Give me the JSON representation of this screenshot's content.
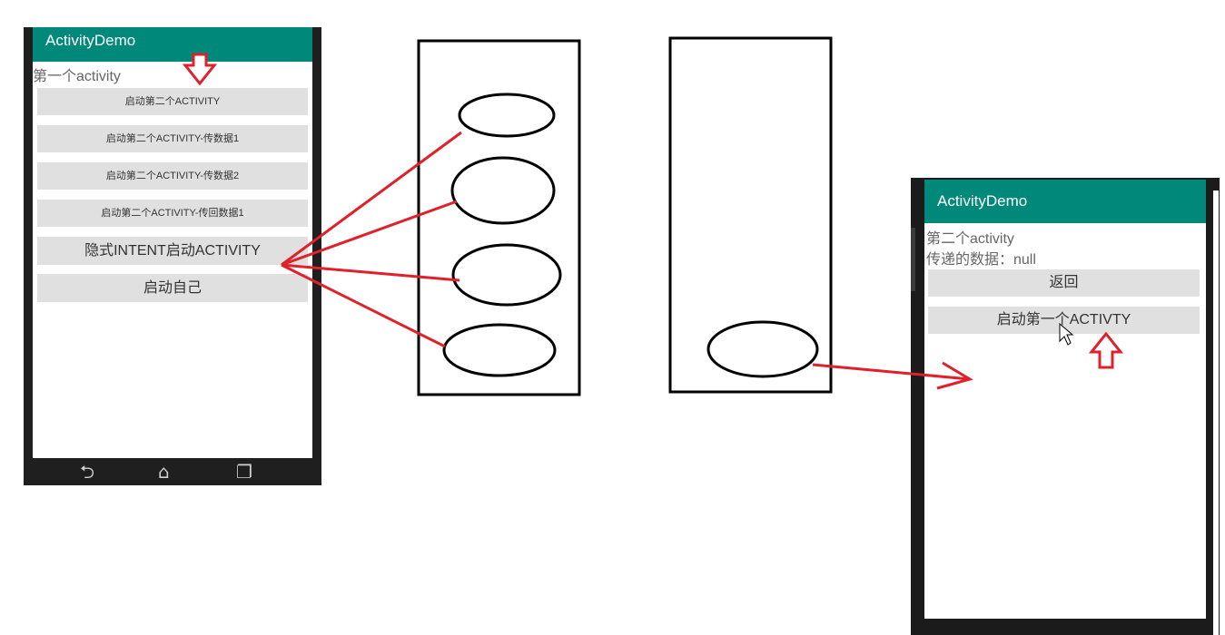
{
  "first_screen": {
    "app_title": "ActivityDemo",
    "activity_label": "第一个activity",
    "buttons": [
      "启动第二个ACTIVITY",
      "启动第二个ACTIVITY-传数据1",
      "启动第二个ACTIVITY-传数据2",
      "启动第二个ACTIVITY-传回数据1",
      "隐式INTENT启动ACTIVITY",
      "启动自己"
    ],
    "nav": {
      "back_icon": "back-icon",
      "home_icon": "home-icon",
      "recents_icon": "recents-icon"
    }
  },
  "second_screen": {
    "app_title": "ActivityDemo",
    "activity_label": "第二个activity",
    "data_label": "传递的数据：null",
    "buttons": [
      "返回",
      "启动第一个ACTIVTY"
    ]
  },
  "colors": {
    "app_bar": "#00897b",
    "annotation": "#e0202a",
    "button_bg": "#e0e0e0"
  }
}
